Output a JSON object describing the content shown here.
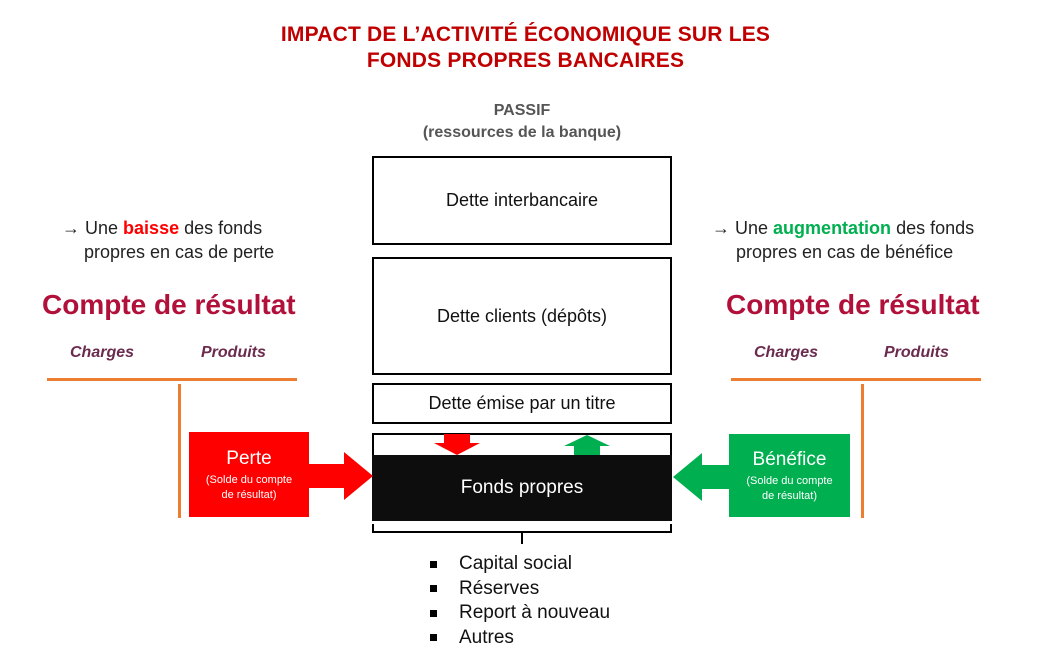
{
  "title": {
    "line1": "IMPACT DE L’ACTIVITÉ ÉCONOMIQUE SUR LES",
    "line2": "FONDS PROPRES BANCAIRES"
  },
  "passif": {
    "label": "PASSIF",
    "sublabel": "(ressources de la banque)"
  },
  "liabilities": {
    "interbancaire": "Dette interbancaire",
    "clients": "Dette clients (dépôts)",
    "titre": "Dette émise par un titre",
    "fonds_propres": "Fonds propres"
  },
  "left": {
    "arrow": "→",
    "note_before": "Une ",
    "note_keyword": "baisse",
    "note_after_line1": " des fonds",
    "note_line2": "propres en cas de perte",
    "account_title": "Compte de résultat",
    "col_charges": "Charges",
    "col_produits": "Produits",
    "badge_title": "Perte",
    "badge_sub_line1": "(Solde du compte",
    "badge_sub_line2": "de résultat)"
  },
  "right": {
    "arrow": "→",
    "note_before": "Une ",
    "note_keyword": "augmentation",
    "note_after_line1": " des fonds",
    "note_line2": "propres en cas de bénéfice",
    "account_title": "Compte de résultat",
    "col_charges": "Charges",
    "col_produits": "Produits",
    "badge_title": "Bénéfice",
    "badge_sub_line1": "(Solde du compte",
    "badge_sub_line2": "de résultat)"
  },
  "components": [
    "Capital social",
    "Réserves",
    "Report à nouveau",
    "Autres"
  ],
  "colors": {
    "title": "#c00000",
    "loss": "#ff0000",
    "profit": "#00b050",
    "account_title": "#b0103a",
    "t_account_lines": "#ed7d31",
    "column_headers": "#6b2b4e"
  }
}
